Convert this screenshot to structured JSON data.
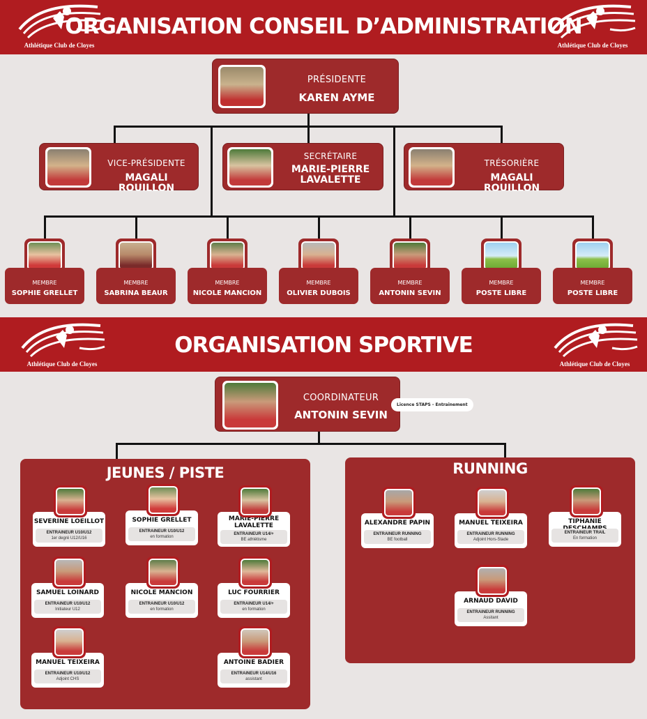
{
  "logo_text": "Athlétique Club de Cloyes",
  "board": {
    "title": "ORGANISATION CONSEIL D’ADMINISTRATION",
    "president": {
      "role": "PRÉSIDENTE",
      "name": "KAREN AYME"
    },
    "officers": [
      {
        "role": "VICE-PRÉSIDENTE",
        "name": "MAGALI ROUILLON"
      },
      {
        "role": "SECRÉTAIRE",
        "name": "MARIE-PIERRE LAVALETTE"
      },
      {
        "role": "TRÉSORIÈRE",
        "name": "MAGALI ROUILLON"
      }
    ],
    "members": [
      {
        "role": "MEMBRE",
        "name": "SOPHIE GRELLET"
      },
      {
        "role": "MEMBRE",
        "name": "SABRINA BEAUR"
      },
      {
        "role": "MEMBRE",
        "name": "NICOLE MANCION"
      },
      {
        "role": "MEMBRE",
        "name": "OLIVIER DUBOIS"
      },
      {
        "role": "MEMBRE",
        "name": "ANTONIN SEVIN"
      },
      {
        "role": "MEMBRE",
        "name": "POSTE LIBRE"
      },
      {
        "role": "MEMBRE",
        "name": "POSTE LIBRE"
      }
    ]
  },
  "sport": {
    "title": "ORGANISATION SPORTIVE",
    "coordinator": {
      "role": "COORDINATEUR",
      "name": "ANTONIN SEVIN",
      "badge": "Licence STAPS - Entrainement"
    },
    "youth": {
      "title": "JEUNES / PISTE",
      "coaches": [
        {
          "name": "SEVERINE LOEILLOT",
          "role": "ENTRAINEUR U10/U12",
          "detail": "1er degré U12/U16"
        },
        {
          "name": "SOPHIE GRELLET",
          "role": "ENTRAINEUR U10/U12",
          "detail": "en formation"
        },
        {
          "name": "MARIE-PIERRE LAVALETTE",
          "role": "ENTRAINEUR U14/+",
          "detail": "BE athlétisme"
        },
        {
          "name": "SAMUEL LOINARD",
          "role": "ENTRAINEUR U10/U12",
          "detail": "Initiateur U12"
        },
        {
          "name": "NICOLE MANCION",
          "role": "ENTRAINEUR U10/U12",
          "detail": "en formation"
        },
        {
          "name": "LUC FOURRIER",
          "role": "ENTRAINEUR U14/+",
          "detail": "en formation"
        },
        {
          "name": "MANUEL TEIXEIRA",
          "role": "ENTRAINEUR U10/U12",
          "detail": "Adjoint CHS"
        },
        {
          "name": "ANTOINE BADIER",
          "role": "ENTRAINEUR U14/U16",
          "detail": "assistant"
        }
      ]
    },
    "running": {
      "title": "RUNNING",
      "coaches": [
        {
          "name": "ALEXANDRE PAPIN",
          "role": "ENTRAINEUR RUNNING",
          "detail": "BE football"
        },
        {
          "name": "MANUEL TEIXEIRA",
          "role": "ENTRAINEUR RUNNING",
          "detail": "Adjoint Hors-Stade"
        },
        {
          "name": "TIPHANIE DESCHAMPS",
          "role": "ENTRAINEUR TRAIL",
          "detail": "En formation"
        },
        {
          "name": "ARNAUD DAVID",
          "role": "ENTRAINEUR RUNNING",
          "detail": "Assitant"
        }
      ]
    }
  },
  "colors": {
    "brand_red": "#b01c20",
    "card_red": "#9e2a2b",
    "background": "#e9e5e4"
  }
}
